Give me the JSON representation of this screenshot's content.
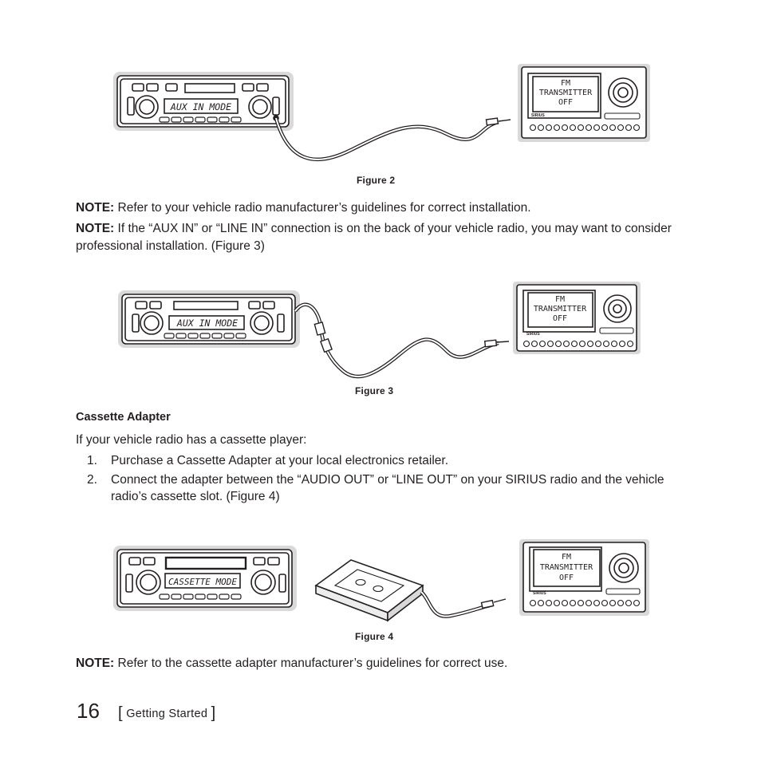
{
  "figures": [
    {
      "caption": "Figure 2",
      "radio_display": "AUX IN MODE",
      "receiver_display": [
        "FM",
        "TRANSMITTER",
        "OFF"
      ],
      "receiver_brand": "SIRIUS"
    },
    {
      "caption": "Figure 3",
      "radio_display": "AUX IN MODE",
      "receiver_display": [
        "FM",
        "TRANSMITTER",
        "OFF"
      ],
      "receiver_brand": "SIRIUS"
    },
    {
      "caption": "Figure 4",
      "radio_display": "CASSETTE MODE",
      "receiver_display": [
        "FM",
        "TRANSMITTER",
        "OFF"
      ],
      "receiver_brand": "SIRIUS"
    }
  ],
  "notes": [
    {
      "label": "NOTE:",
      "text": " Refer to your vehicle radio manufacturer’s guidelines for correct installation."
    },
    {
      "label": "NOTE:",
      "text": " If the “AUX IN” or “LINE IN” connection is on the back of your vehicle radio, you may want to consider professional installation. (Figure 3)"
    },
    {
      "label": "NOTE:",
      "text": " Refer to the cassette adapter manufacturer’s guidelines for correct use."
    }
  ],
  "section": {
    "heading": "Cassette Adapter",
    "intro": "If your vehicle radio has a cassette player:",
    "steps": [
      {
        "num": "1.",
        "text": "Purchase a Cassette Adapter at your local electronics retailer."
      },
      {
        "num": "2.",
        "text": "Connect the adapter between the “AUDIO OUT” or “LINE OUT” on your SIRIUS radio and the vehicle radio’s cassette slot. (Figure 4)"
      }
    ]
  },
  "footer": {
    "page_number": "16",
    "open_bracket": "[",
    "section_name": "Getting Started",
    "close_bracket": "]"
  }
}
